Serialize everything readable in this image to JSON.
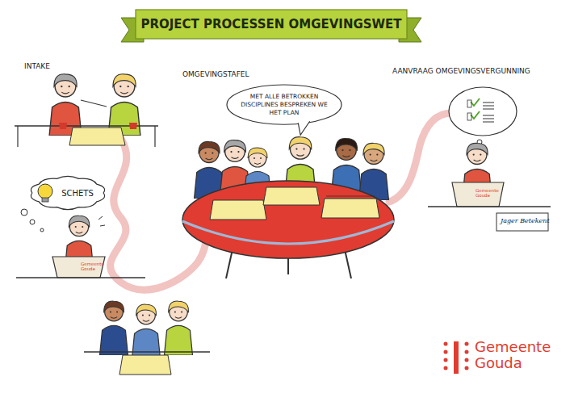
{
  "diagram": {
    "title": "PROJECT PROCESSEN OMGEVINGSWET",
    "nodes": [
      {
        "text": [
          "SCHETS"
        ]
      },
      {
        "text": [
          "MET ALLE BETROKKEN DISCIPLINES BESPREKEN WE HET PLAN"
        ]
      }
    ],
    "labels": [
      "INTAKE",
      "OMGEVINGSTAFEL",
      "AANVRAAG OMGEVINGSVERGUNNING",
      "Gemeente Gouda",
      "Gemeente Gouda",
      "Jager Betekent",
      "Gemeente Gouda"
    ]
  }
}
